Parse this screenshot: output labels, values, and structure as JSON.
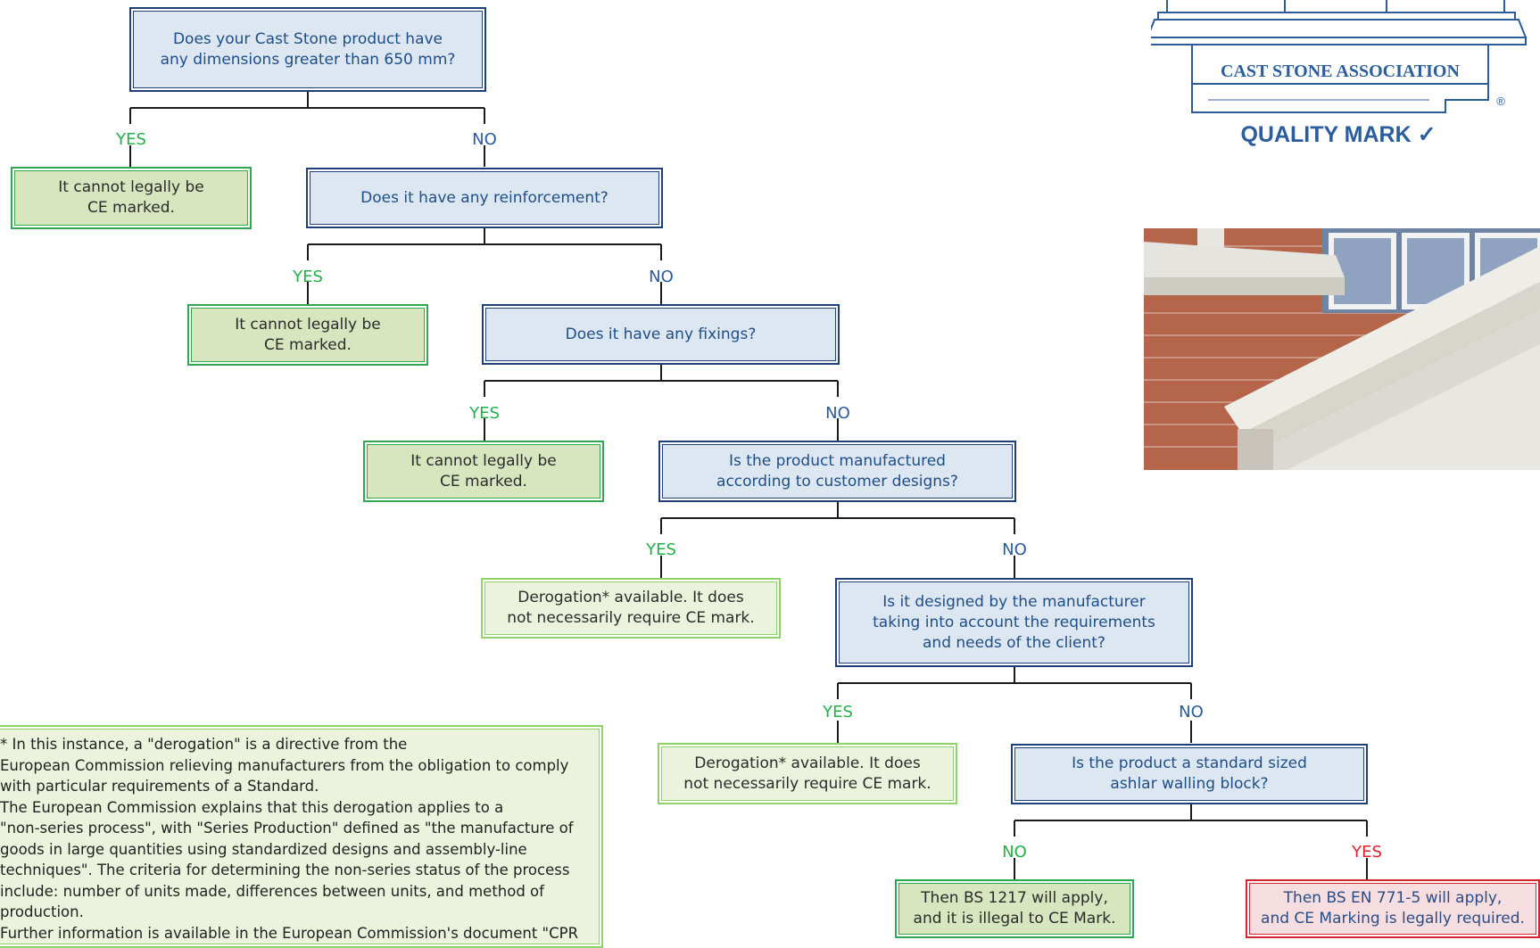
{
  "questions": {
    "q1": "Does your Cast Stone product have\nany dimensions greater than 650 mm?",
    "q2": "Does it have any reinforcement?",
    "q3": "Does it have any fixings?",
    "q4": "Is the product manufactured\naccording to customer designs?",
    "q5": "Is it designed by the manufacturer\ntaking into account the requirements\nand needs of the client?",
    "q6": "Is the product a standard sized\nashlar walling block?"
  },
  "outcomes": {
    "not_ce_1": "It cannot legally be\nCE marked.",
    "not_ce_2": "It cannot legally be\nCE marked.",
    "not_ce_3": "It cannot legally be\nCE marked.",
    "derogation_1": "Derogation* available. It does\nnot necessarily require CE mark.",
    "derogation_2": "Derogation* available. It does\nnot necessarily require CE mark.",
    "bs1217": "Then BS 1217 will apply,\nand it is illegal to CE Mark.",
    "bsen7715": "Then BS EN 771-5 will apply,\nand CE Marking is legally required."
  },
  "branch_labels": {
    "yes": "YES",
    "no": "NO"
  },
  "footnote": {
    "line1": "* In this instance, a \"derogation\" is a directive from the",
    "line2": "European Commission relieving manufacturers from the obligation to comply",
    "line3": "with particular requirements of a Standard.",
    "line4": "The European Commission explains that this derogation applies to a",
    "line5": "\"non-series process\", with \"Series Production\" defined as \"the manufacture of",
    "line6": "goods in large quantities using standardized designs and assembly-line",
    "line7": "techniques\".  The criteria for determining the non-series status of the process",
    "line8": "include: number of units made, differences between units, and method of",
    "line9": "production.",
    "line10": "Further information is available in the European Commission's document \"CPR"
  },
  "logo": {
    "name": "CAST STONE ASSOCIATION",
    "registered": "®",
    "quality_mark": "QUALITY MARK ✓"
  },
  "colors": {
    "question_fill": "#dde7f1",
    "question_border": "#1f3f7a",
    "green_border": "#2fa84f",
    "light_green_border": "#8fd26a",
    "red_border": "#d7252f",
    "yes_text": "#22b04a",
    "no_text": "#2a5a98"
  }
}
